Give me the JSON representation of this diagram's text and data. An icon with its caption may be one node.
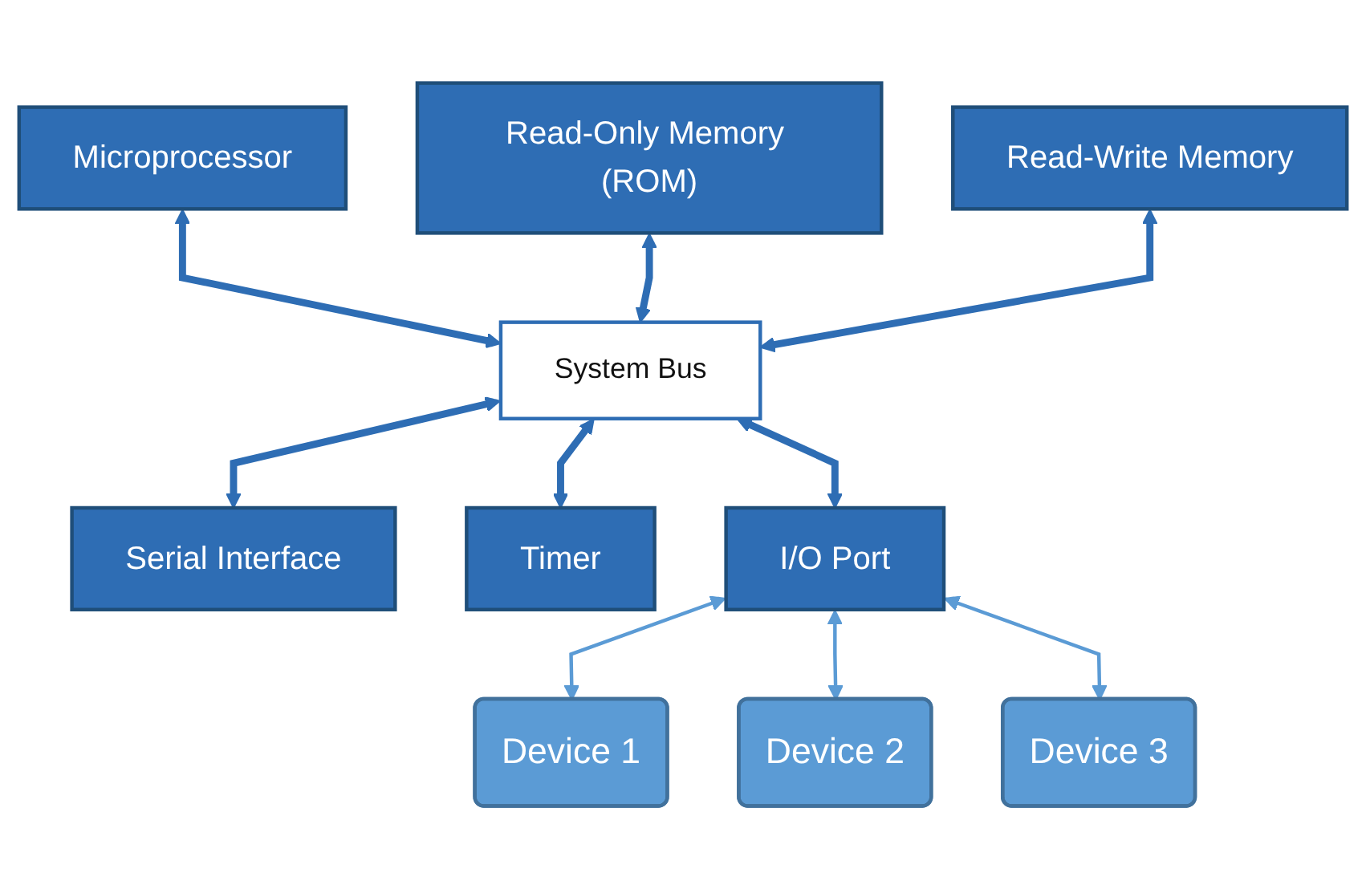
{
  "diagram": {
    "nodes": [
      {
        "text": [
          "Read-Only Memory (ROM)"
        ]
      },
      {
        "text": [
          "Read-Write Memory"
        ]
      },
      {
        "text": [
          "Microprocessor"
        ]
      },
      {
        "text": [
          "System Bus"
        ]
      },
      {
        "text": [
          "Serial Interface"
        ]
      },
      {
        "text": [
          "Timer"
        ]
      },
      {
        "text": [
          "I/O Port"
        ]
      },
      {
        "text": [
          "Device 1"
        ]
      },
      {
        "text": [
          "Device 2"
        ]
      },
      {
        "text": [
          "Device 3"
        ]
      }
    ],
    "edges": [
      {
        "from": 2,
        "to": 3,
        "arrow": "both"
      },
      {
        "from": 3,
        "to": 4,
        "arrow": "both"
      },
      {
        "from": 0,
        "to": 3,
        "arrow": "both"
      },
      {
        "from": 1,
        "to": 3,
        "arrow": "both"
      },
      {
        "from": 3,
        "to": 5,
        "arrow": "both"
      },
      {
        "from": 3,
        "to": 6,
        "arrow": "both"
      },
      {
        "from": 6,
        "to": 7,
        "arrow": "both",
        "color": "#5b9bd5"
      },
      {
        "from": 6,
        "to": 8,
        "arrow": "both",
        "color": "#5b9bd5"
      },
      {
        "from": 6,
        "to": 9,
        "arrow": "both",
        "color": "#5b9bd5"
      }
    ]
  }
}
